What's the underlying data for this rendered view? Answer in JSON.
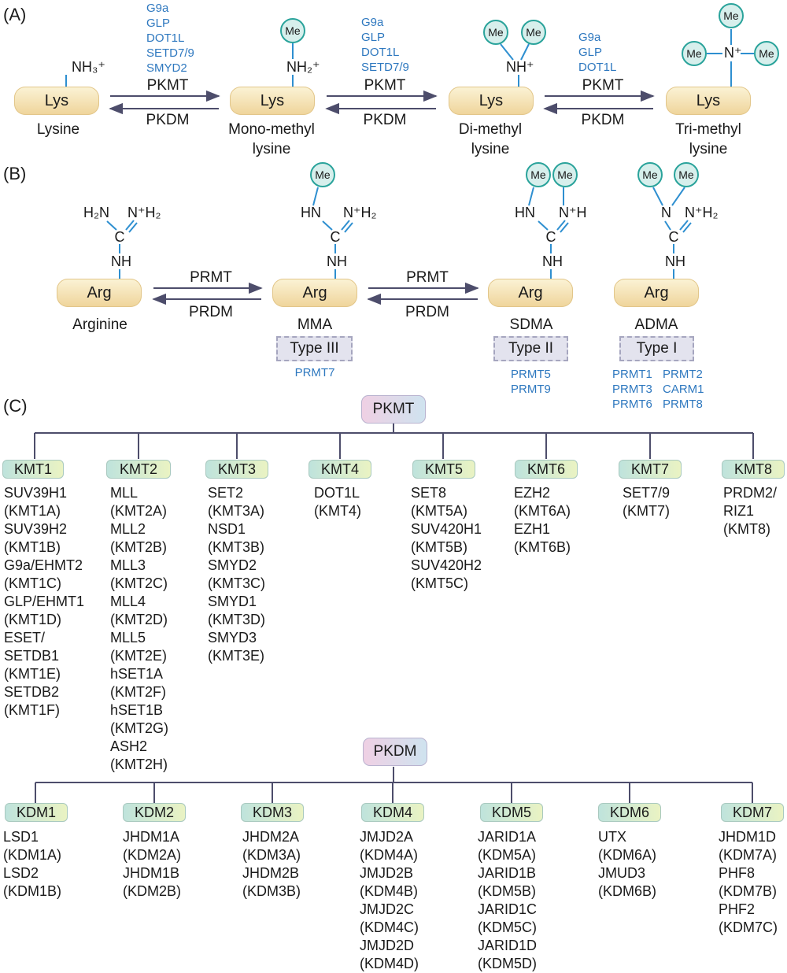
{
  "panels": {
    "a": "(A)",
    "b": "(B)",
    "c": "(C)"
  },
  "colors": {
    "enzyme_text": "#2e78bf",
    "methyl_fill": "#d7efec",
    "methyl_stroke": "#2aa39b",
    "bond": "#2e8fd0",
    "arrow": "#4d4d6b"
  },
  "lysine": {
    "residue": "Lys",
    "methyl": "Me",
    "forward": "PKMT",
    "reverse": "PKDM",
    "states": [
      {
        "group": "NH₃⁺",
        "name_line1": "Lysine",
        "name_line2": ""
      },
      {
        "group": "NH₂⁺",
        "name_line1": "Mono-methyl",
        "name_line2": "lysine"
      },
      {
        "group": "NH⁺",
        "name_line1": "Di-methyl",
        "name_line2": "lysine"
      },
      {
        "group": "N⁺",
        "name_line1": "Tri-methyl",
        "name_line2": "lysine"
      }
    ],
    "enzymes": [
      [
        "G9a",
        "GLP",
        "DOT1L",
        "SETD7/9",
        "SMYD2"
      ],
      [
        "G9a",
        "GLP",
        "DOT1L",
        "SETD7/9"
      ],
      [
        "G9a",
        "GLP",
        "DOT1L"
      ]
    ]
  },
  "arginine": {
    "residue": "Arg",
    "methyl": "Me",
    "forward": "PRMT",
    "reverse": "PRDM",
    "nh": "NH",
    "c": "C",
    "states": [
      {
        "left": "H₂N",
        "right": "N⁺H₂",
        "name": "Arginine",
        "type": ""
      },
      {
        "left": "HN",
        "right": "N⁺H₂",
        "name": "MMA",
        "type": "Type III"
      },
      {
        "left": "HN",
        "right": "N⁺H",
        "name": "SDMA",
        "type": "Type II"
      },
      {
        "left": "N",
        "right": "N⁺H₂",
        "name": "ADMA",
        "type": "Type I"
      }
    ],
    "type_enzymes": {
      "type3": [
        "PRMT7"
      ],
      "type2": [
        "PRMT5",
        "PRMT9"
      ],
      "type1_col1": [
        "PRMT1",
        "PRMT3",
        "PRMT6"
      ],
      "type1_col2": [
        "PRMT2",
        "CARM1",
        "PRMT8"
      ]
    }
  },
  "pkmt": {
    "root": "PKMT",
    "families": [
      {
        "name": "KMT1",
        "members": [
          "SUV39H1",
          "(KMT1A)",
          "SUV39H2",
          "(KMT1B)",
          "G9a/EHMT2",
          "(KMT1C)",
          "GLP/EHMT1",
          "(KMT1D)",
          "ESET/",
          "SETDB1",
          "(KMT1E)",
          "SETDB2",
          "(KMT1F)"
        ]
      },
      {
        "name": "KMT2",
        "members": [
          "MLL",
          "(KMT2A)",
          "MLL2",
          "(KMT2B)",
          "MLL3",
          "(KMT2C)",
          "MLL4",
          "(KMT2D)",
          "MLL5",
          "(KMT2E)",
          "hSET1A",
          "(KMT2F)",
          "hSET1B",
          "(KMT2G)",
          "ASH2",
          "(KMT2H)"
        ]
      },
      {
        "name": "KMT3",
        "members": [
          "SET2",
          "(KMT3A)",
          "NSD1",
          "(KMT3B)",
          "SMYD2",
          "(KMT3C)",
          "SMYD1",
          "(KMT3D)",
          "SMYD3",
          "(KMT3E)"
        ]
      },
      {
        "name": "KMT4",
        "members": [
          "DOT1L",
          "(KMT4)"
        ]
      },
      {
        "name": "KMT5",
        "members": [
          "SET8",
          "(KMT5A)",
          "SUV420H1",
          "(KMT5B)",
          "SUV420H2",
          "(KMT5C)"
        ]
      },
      {
        "name": "KMT6",
        "members": [
          "EZH2",
          "(KMT6A)",
          "EZH1",
          "(KMT6B)"
        ]
      },
      {
        "name": "KMT7",
        "members": [
          "SET7/9",
          "(KMT7)"
        ]
      },
      {
        "name": "KMT8",
        "members": [
          "PRDM2/",
          "RIZ1",
          "(KMT8)"
        ]
      }
    ]
  },
  "pkdm": {
    "root": "PKDM",
    "families": [
      {
        "name": "KDM1",
        "members": [
          "LSD1",
          "(KDM1A)",
          "LSD2",
          "(KDM1B)"
        ]
      },
      {
        "name": "KDM2",
        "members": [
          "JHDM1A",
          "(KDM2A)",
          "JHDM1B",
          "(KDM2B)"
        ]
      },
      {
        "name": "KDM3",
        "members": [
          "JHDM2A",
          "(KDM3A)",
          "JHDM2B",
          "(KDM3B)"
        ]
      },
      {
        "name": "KDM4",
        "members": [
          "JMJD2A",
          "(KDM4A)",
          "JMJD2B",
          "(KDM4B)",
          "JMJD2C",
          "(KDM4C)",
          "JMJD2D",
          "(KDM4D)"
        ]
      },
      {
        "name": "KDM5",
        "members": [
          "JARID1A",
          "(KDM5A)",
          "JARID1B",
          "(KDM5B)",
          "JARID1C",
          "(KDM5C)",
          "JARID1D",
          "(KDM5D)"
        ]
      },
      {
        "name": "KDM6",
        "members": [
          "UTX",
          "(KDM6A)",
          "JMUD3",
          "(KDM6B)"
        ]
      },
      {
        "name": "KDM7",
        "members": [
          "JHDM1D",
          "(KDM7A)",
          "PHF8",
          "(KDM7B)",
          "PHF2",
          "(KDM7C)"
        ]
      }
    ]
  }
}
